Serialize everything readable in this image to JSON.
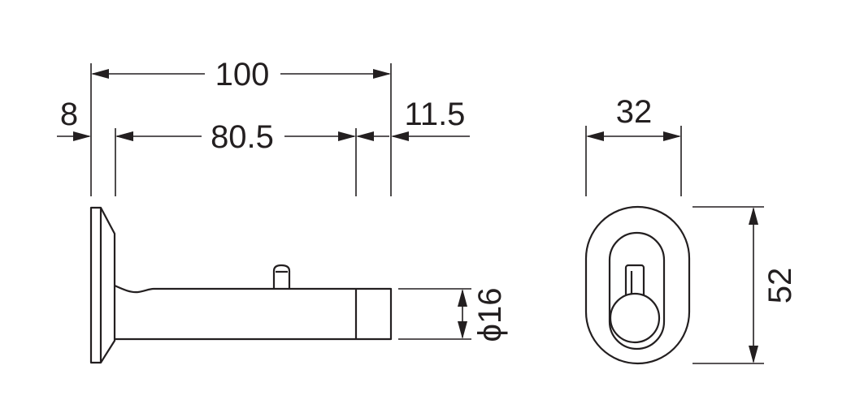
{
  "side_view": {
    "dim_overall_length": "100",
    "dim_flange": "8",
    "dim_shaft": "80.5",
    "dim_end_cap": "11.5",
    "dim_diameter": "ϕ16"
  },
  "front_view": {
    "dim_width": "32",
    "dim_height": "52"
  }
}
